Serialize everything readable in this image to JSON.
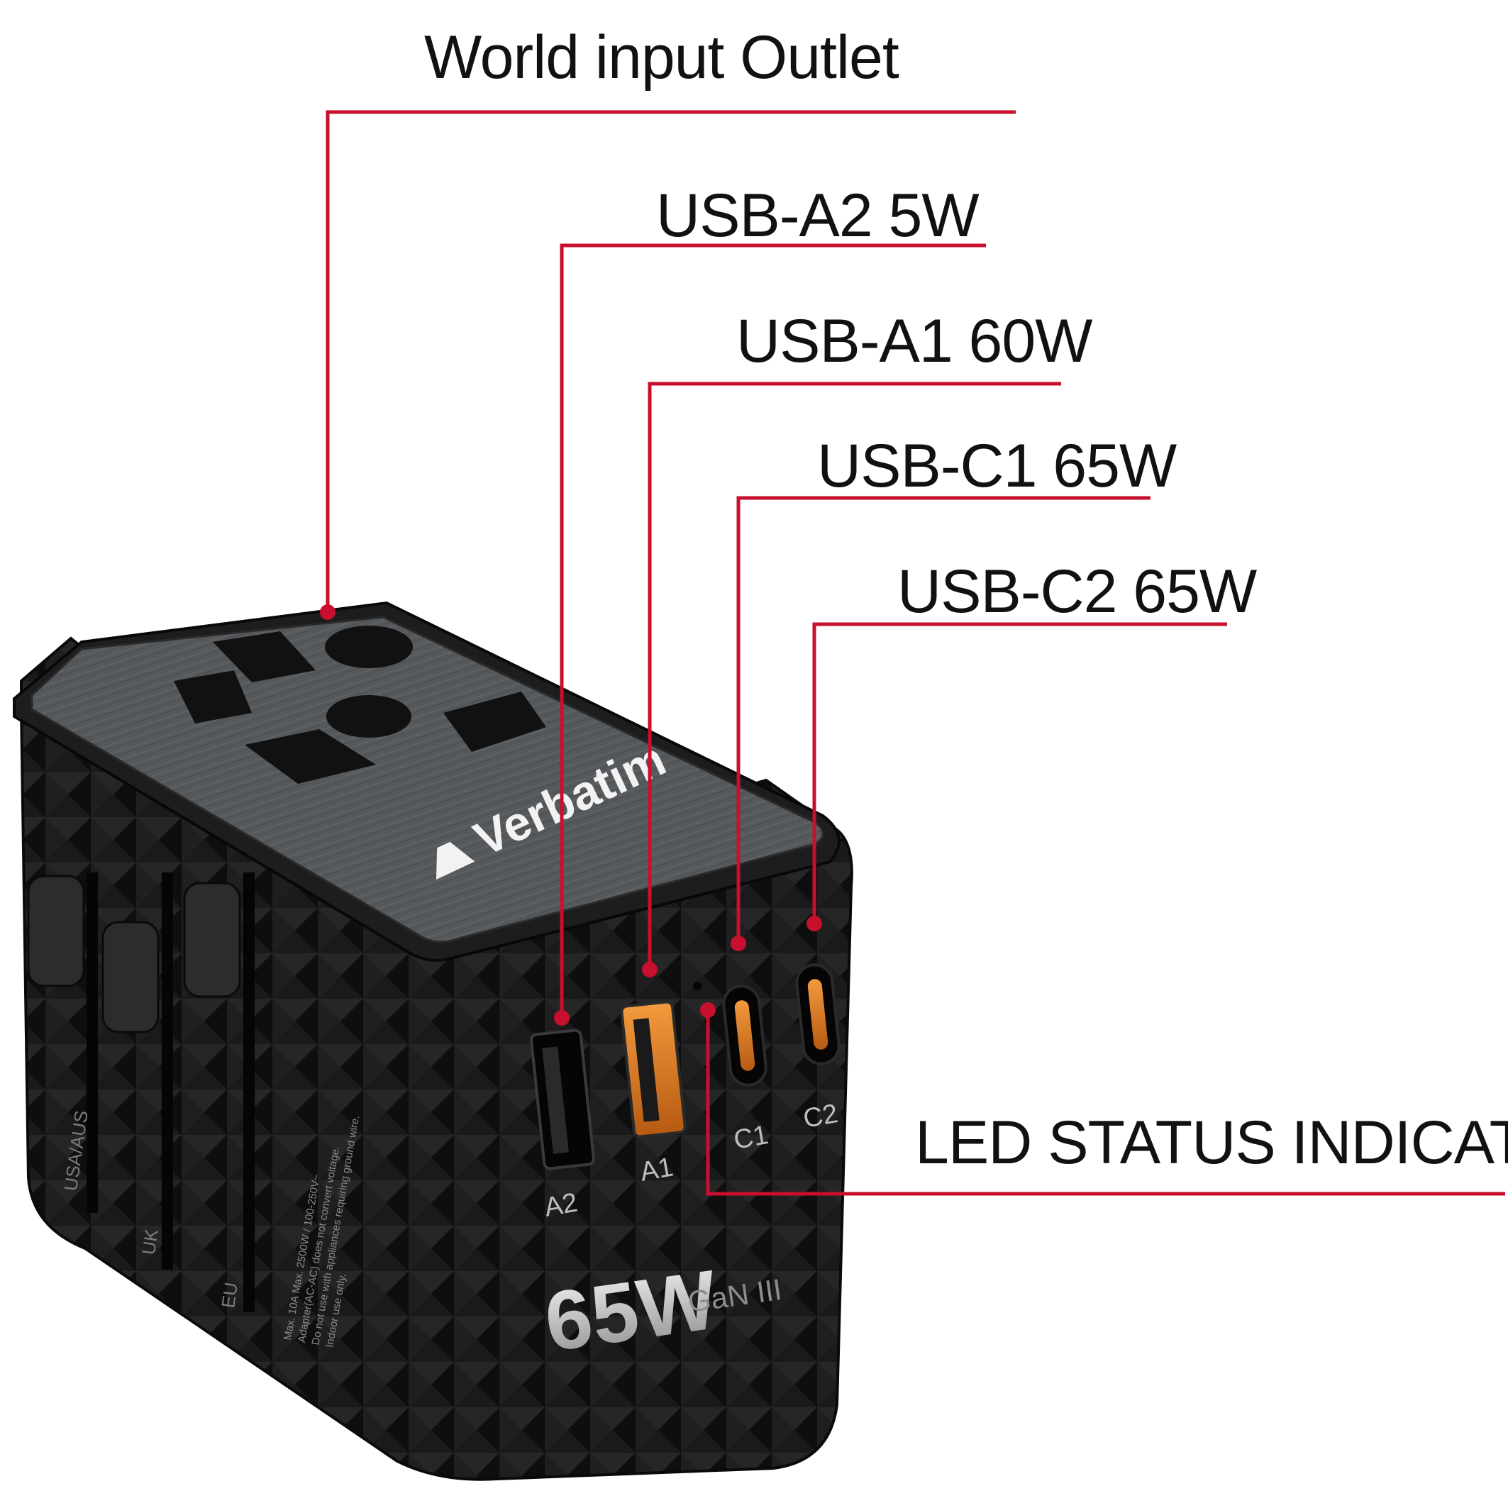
{
  "callouts": {
    "world_outlet": "World input Outlet",
    "usb_a2": "USB-A2 5W",
    "usb_a1": "USB-A1 60W",
    "usb_c1": "USB-C1 65W",
    "usb_c2": "USB-C2 65W",
    "led_status": "LED STATUS INDICATOR"
  },
  "device": {
    "brand": "Verbatim",
    "power": "65W",
    "tech": "GaN III",
    "ports": {
      "a2": "A2",
      "a1": "A1",
      "c1": "C1",
      "c2": "C2"
    },
    "plugs": {
      "us": "USA/AUS",
      "uk": "UK",
      "eu": "EU"
    },
    "spec_lines": [
      "Max. 10A Max. 2500W / 100-250V~",
      "Adapter(AC-AC) does not convert voltage.",
      "Do not use with appliances requiring ground wire.",
      "Indoor use only."
    ]
  },
  "colors": {
    "leader": "#c8102e",
    "body": "#161616",
    "top_plate": "#55585b",
    "port_orange": "#e8862a"
  }
}
